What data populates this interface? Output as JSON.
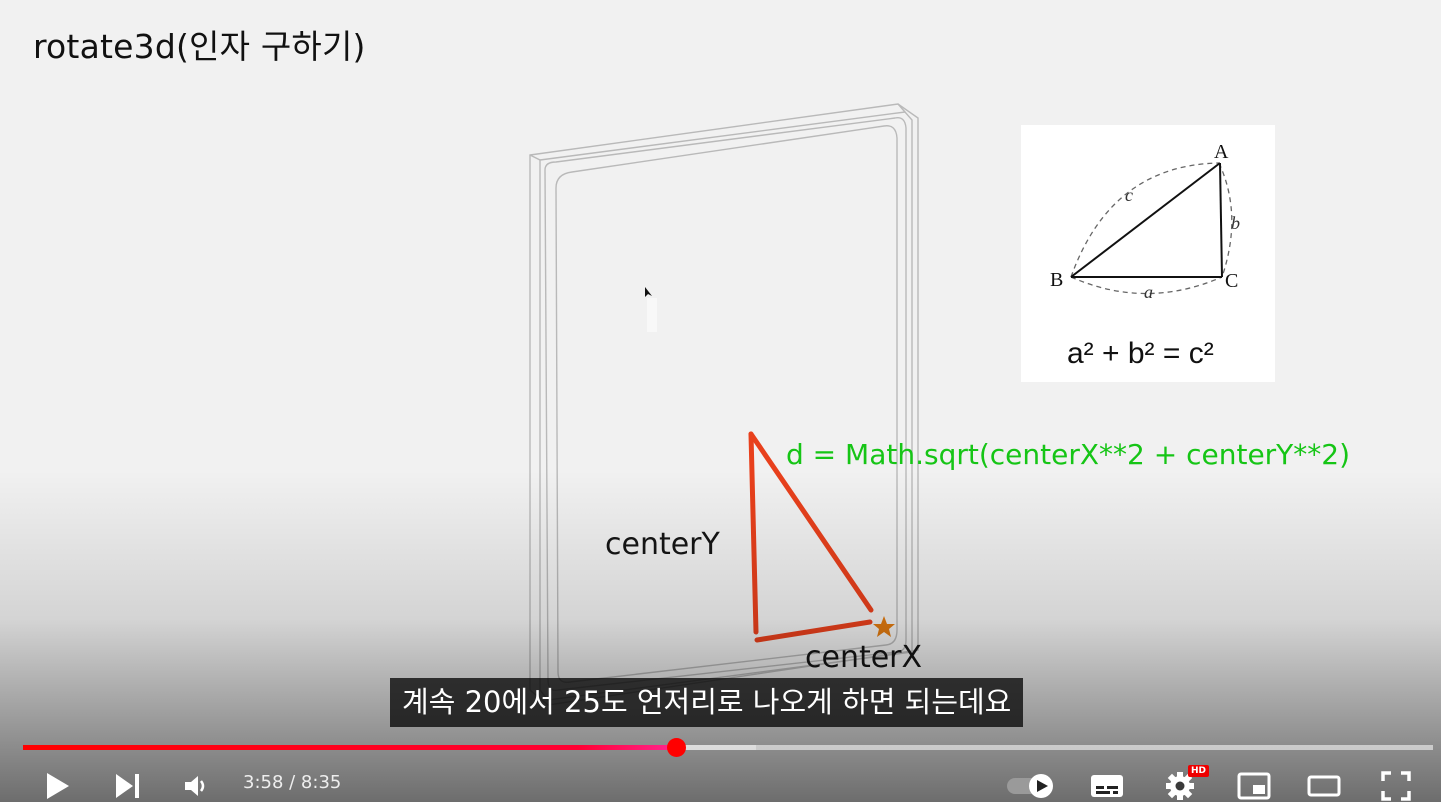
{
  "video": {
    "title": "rotate3d(인자 구하기)",
    "formula": "d = Math.sqrt(centerX**2 + centerY**2)",
    "labels": {
      "center_y": "centerY",
      "center_x": "centerX"
    },
    "pythagoras": {
      "vertex_a": "A",
      "vertex_b": "B",
      "vertex_c": "C",
      "side_a": "a",
      "side_b": "b",
      "side_c": "c",
      "equation": "a² + b² = c²"
    },
    "formula_color": "#16c516",
    "triangle_color": "#e8401c",
    "star_color": "#e07a10"
  },
  "subtitle": "계속 20에서 25도 언저리로 나오게 하면 되는데요",
  "player": {
    "progress_fraction": 0.463,
    "loaded_fraction": 0.52,
    "time": "3:58 / 8:35",
    "hd_label": "HD",
    "accent_color": "#ff0000",
    "icons": {
      "play": "play-icon",
      "next": "next-icon",
      "volume": "volume-icon",
      "autoplay": "autoplay-toggle-icon",
      "subtitles": "subtitles-icon",
      "settings": "gear-icon",
      "miniplayer": "miniplayer-icon",
      "theater": "theater-icon",
      "fullscreen": "fullscreen-icon"
    }
  }
}
